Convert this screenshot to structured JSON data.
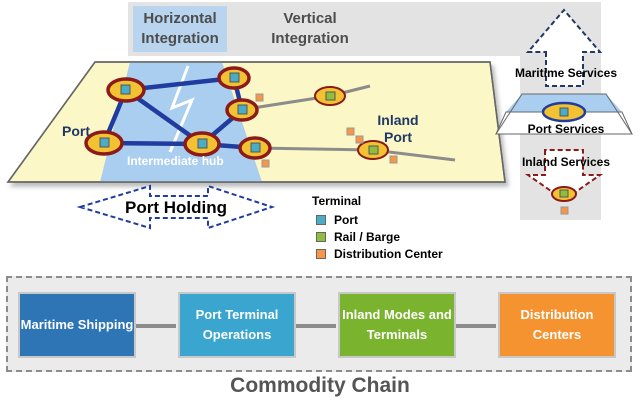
{
  "header": {
    "horizontal": "Horizontal Integration",
    "vertical": "Vertical Integration"
  },
  "map_labels": {
    "port": "Port",
    "inland_port": "Inland Port",
    "intermediate_hub": "Intermediate hub"
  },
  "port_holding": "Port Holding",
  "legend": {
    "title": "Terminal",
    "items": [
      {
        "label": "Port",
        "color": "#4bacc6"
      },
      {
        "label": "Rail / Barge",
        "color": "#8fbe3f"
      },
      {
        "label": "Distribution Center",
        "color": "#f79646"
      }
    ]
  },
  "right_panel": {
    "maritime": "Maritime Services",
    "port": "Port Services",
    "inland": "Inland Services"
  },
  "stages": [
    {
      "label": "Maritime Shipping",
      "color": "#2e75b6"
    },
    {
      "label": "Port Terminal Operations",
      "color": "#3aa6cf"
    },
    {
      "label": "Inland Modes and Terminals",
      "color": "#7ab32e"
    },
    {
      "label": "Distribution Centers",
      "color": "#f59331"
    }
  ],
  "footer": {
    "title": "Commodity Chain"
  },
  "colors": {
    "land": "#fcf7c6",
    "water": "#a9cef0",
    "network": "#1f3c9e",
    "node_ring": "#8b1a1a",
    "node_fill": "#f2c233",
    "inland_route": "#8c8c8c"
  }
}
